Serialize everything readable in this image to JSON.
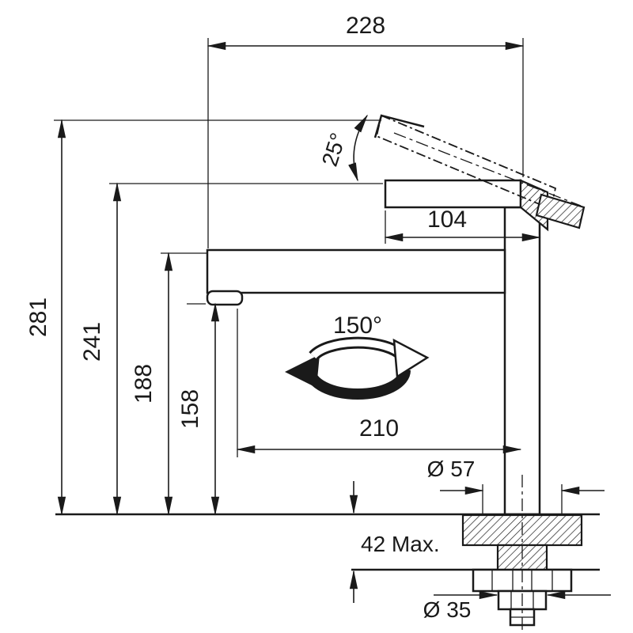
{
  "title": "Kitchen mixer tap installation dimensions diagram",
  "colors": {
    "line": "#1a1a1a",
    "background": "#ffffff"
  },
  "dimensions": {
    "overall_width": "228",
    "handle_tilt_angle": "25°",
    "handle_length": "104",
    "overall_height": "281",
    "handle_height": "241",
    "spout_top_height": "188",
    "spout_outlet_height": "158",
    "swivel_range": "150°",
    "spout_reach": "210",
    "flange_diameter": "Ø 57",
    "max_deck_thickness": "42 Max.",
    "hole_diameter": "Ø 35"
  }
}
